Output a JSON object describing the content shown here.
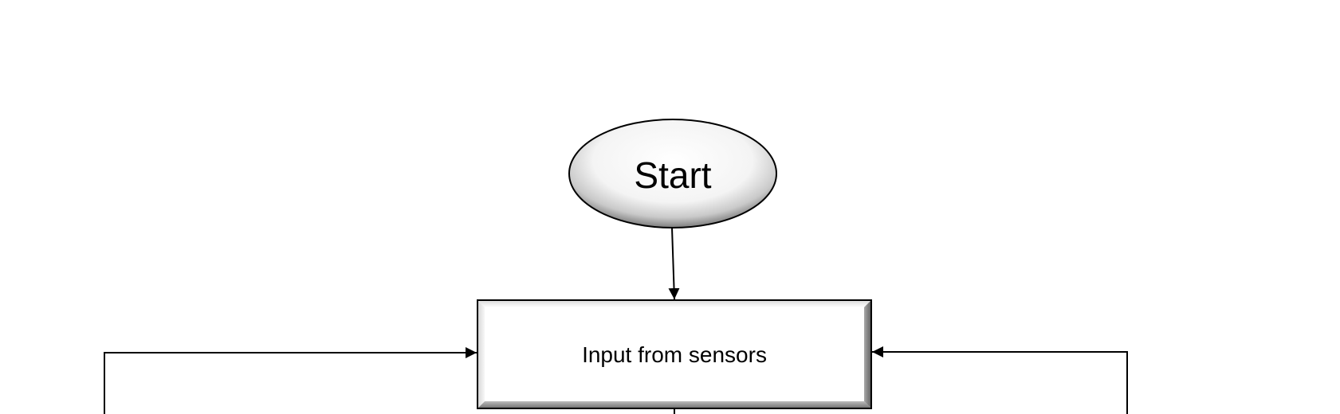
{
  "nodes": {
    "start": {
      "label": "Start",
      "shape": "ellipse"
    },
    "input": {
      "label": "Input from sensors",
      "shape": "rectangle"
    }
  },
  "edges": [
    {
      "from": "start",
      "to": "input"
    },
    {
      "from": "left-loop",
      "to": "input"
    },
    {
      "from": "right-loop",
      "to": "input"
    },
    {
      "from": "input",
      "to": "below"
    }
  ],
  "colors": {
    "stroke": "#000000",
    "fill_light": "#ffffff",
    "fill_shade": "#8c8c8c"
  }
}
